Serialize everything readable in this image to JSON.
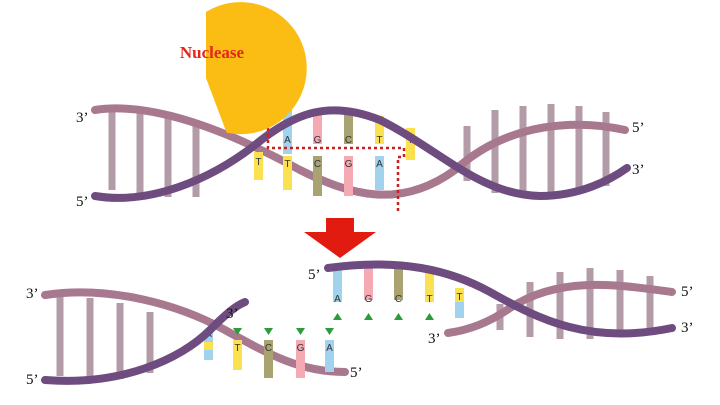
{
  "colors": {
    "strand_front": "#6e4c80",
    "strand_back": "#a8788f",
    "rung": "#b39ba8",
    "enzyme": "#fbbd13",
    "enzyme_text": "#e4261d",
    "cut_line": "#cc1f1f",
    "arrow_big": "#e11b0f",
    "arrow_small": "#2c9b3a",
    "base_A": "#9fd3ee",
    "base_T": "#fbe04f",
    "base_G": "#f5a9b3",
    "base_C": "#a9a372"
  },
  "enzyme": {
    "label": "Nuclease",
    "icon": "pacman-icon"
  },
  "top": {
    "left_top": "3’",
    "left_bottom": "5’",
    "right_top": "5’",
    "right_bottom": "3’",
    "upper_bases": [
      "A",
      "G",
      "C",
      "T",
      "T"
    ],
    "lower_bases": [
      "T",
      "T",
      "C",
      "G",
      "A"
    ]
  },
  "bottom_left": {
    "left_top": "3’",
    "left_bottom": "5’",
    "end_top": "3’",
    "end_bottom": "5’",
    "bases": [
      "A",
      "T",
      "C",
      "G",
      "A"
    ]
  },
  "bottom_right": {
    "start_top": "5’",
    "start_bottom": "3’",
    "right_top": "5’",
    "right_bottom": "3’",
    "bases": [
      "A",
      "G",
      "C",
      "T",
      "T"
    ]
  }
}
